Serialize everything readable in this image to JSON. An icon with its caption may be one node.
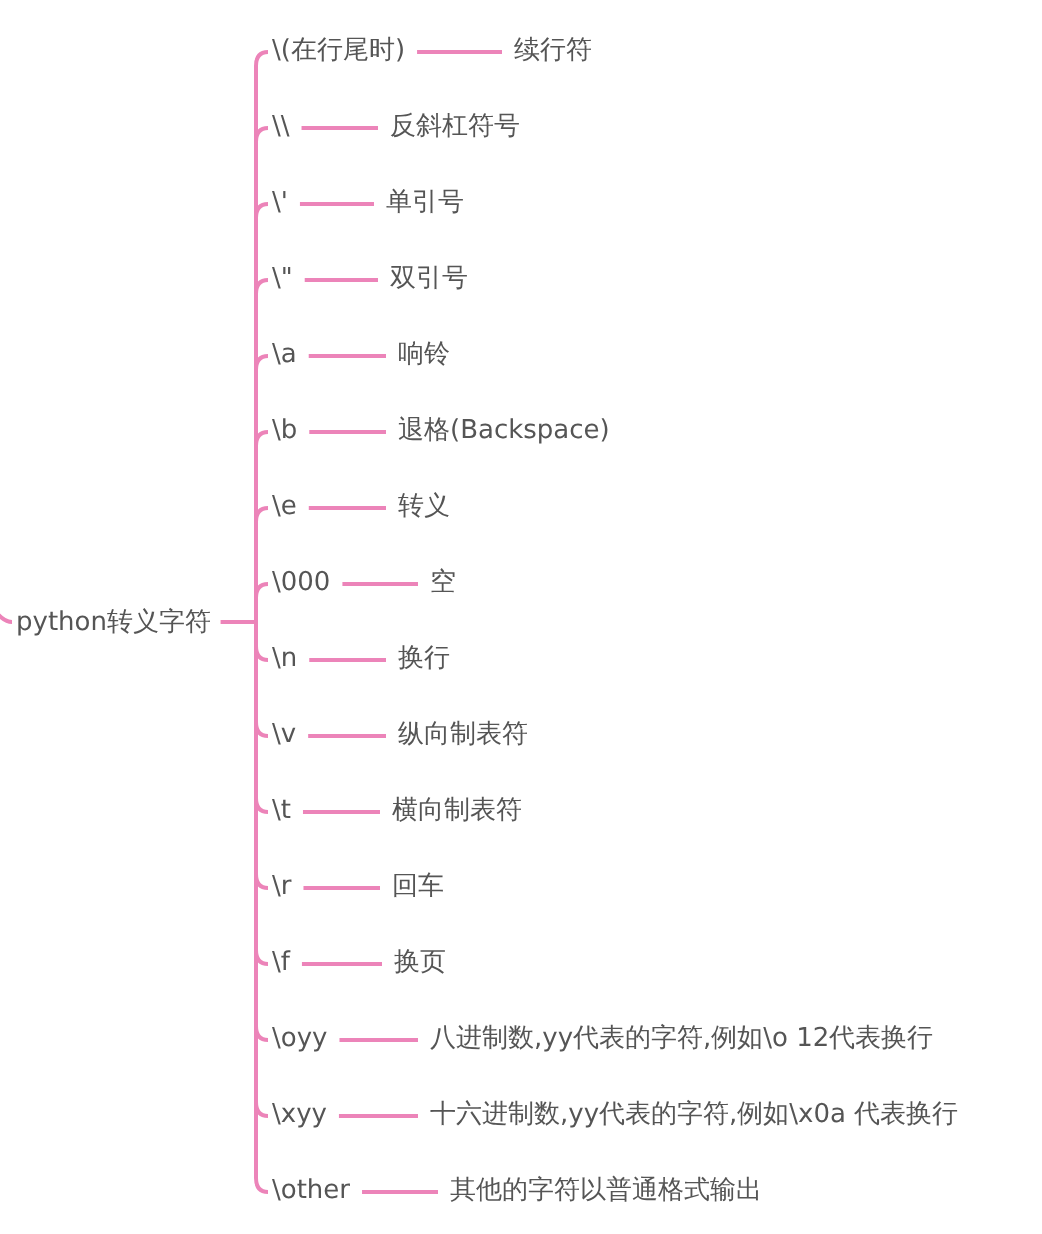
{
  "diagram": {
    "nodes": [
      {
        "text": [
          "python转义字符"
        ]
      },
      {
        "text": [
          "\\(在行尾时)"
        ]
      },
      {
        "text": [
          "续行符"
        ]
      },
      {
        "text": [
          "\\\\"
        ]
      },
      {
        "text": [
          "反斜杠符号"
        ]
      },
      {
        "text": [
          "\\'"
        ]
      },
      {
        "text": [
          "单引号"
        ]
      },
      {
        "text": [
          "\\\""
        ]
      },
      {
        "text": [
          "双引号"
        ]
      },
      {
        "text": [
          "\\a"
        ]
      },
      {
        "text": [
          "响铃"
        ]
      },
      {
        "text": [
          "\\b"
        ]
      },
      {
        "text": [
          "退格(Backspace)"
        ]
      },
      {
        "text": [
          "\\e"
        ]
      },
      {
        "text": [
          "转义"
        ]
      },
      {
        "text": [
          "\\000"
        ]
      },
      {
        "text": [
          "空"
        ]
      },
      {
        "text": [
          "\\n"
        ]
      },
      {
        "text": [
          "换行"
        ]
      },
      {
        "text": [
          "\\v"
        ]
      },
      {
        "text": [
          "纵向制表符"
        ]
      },
      {
        "text": [
          "\\t"
        ]
      },
      {
        "text": [
          "横向制表符"
        ]
      },
      {
        "text": [
          "\\r"
        ]
      },
      {
        "text": [
          "回车"
        ]
      },
      {
        "text": [
          "\\f"
        ]
      },
      {
        "text": [
          "换页"
        ]
      },
      {
        "text": [
          "\\oyy"
        ]
      },
      {
        "text": [
          "八进制数,yy代表的字符,例如\\o 12代表换行"
        ]
      },
      {
        "text": [
          "\\xyy"
        ]
      },
      {
        "text": [
          "十六进制数,yy代表的字符,例如\\x0a 代表换行"
        ]
      },
      {
        "text": [
          "\\other"
        ]
      },
      {
        "text": [
          "其他的字符以普通格式输出"
        ]
      }
    ],
    "edges": [
      {
        "from": null,
        "to": 0,
        "arrow": "none"
      },
      {
        "from": 0,
        "to": 1,
        "arrow": "none"
      },
      {
        "from": 1,
        "to": 2,
        "arrow": "none"
      },
      {
        "from": 0,
        "to": 3,
        "arrow": "none"
      },
      {
        "from": 3,
        "to": 4,
        "arrow": "none"
      },
      {
        "from": 0,
        "to": 5,
        "arrow": "none"
      },
      {
        "from": 5,
        "to": 6,
        "arrow": "none"
      },
      {
        "from": 0,
        "to": 7,
        "arrow": "none"
      },
      {
        "from": 7,
        "to": 8,
        "arrow": "none"
      },
      {
        "from": 0,
        "to": 9,
        "arrow": "none"
      },
      {
        "from": 9,
        "to": 10,
        "arrow": "none"
      },
      {
        "from": 0,
        "to": 11,
        "arrow": "none"
      },
      {
        "from": 11,
        "to": 12,
        "arrow": "none"
      },
      {
        "from": 0,
        "to": 13,
        "arrow": "none"
      },
      {
        "from": 13,
        "to": 14,
        "arrow": "none"
      },
      {
        "from": 0,
        "to": 15,
        "arrow": "none"
      },
      {
        "from": 15,
        "to": 16,
        "arrow": "none"
      },
      {
        "from": 0,
        "to": 17,
        "arrow": "none"
      },
      {
        "from": 17,
        "to": 18,
        "arrow": "none"
      },
      {
        "from": 0,
        "to": 19,
        "arrow": "none"
      },
      {
        "from": 19,
        "to": 20,
        "arrow": "none"
      },
      {
        "from": 0,
        "to": 21,
        "arrow": "none"
      },
      {
        "from": 21,
        "to": 22,
        "arrow": "none"
      },
      {
        "from": 0,
        "to": 23,
        "arrow": "none"
      },
      {
        "from": 23,
        "to": 24,
        "arrow": "none"
      },
      {
        "from": 0,
        "to": 25,
        "arrow": "none"
      },
      {
        "from": 25,
        "to": 26,
        "arrow": "none"
      },
      {
        "from": 0,
        "to": 27,
        "arrow": "none"
      },
      {
        "from": 27,
        "to": 28,
        "arrow": "none"
      },
      {
        "from": 0,
        "to": 29,
        "arrow": "none"
      },
      {
        "from": 29,
        "to": 30,
        "arrow": "none"
      },
      {
        "from": 0,
        "to": 31,
        "arrow": "none"
      },
      {
        "from": 31,
        "to": 32,
        "arrow": "none"
      }
    ]
  }
}
